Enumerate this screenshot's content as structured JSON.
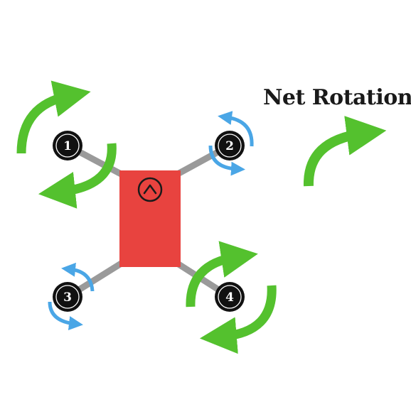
{
  "title": "Net Rotation",
  "colors": {
    "body": "#e8433f",
    "arm": "#9a9a9a",
    "motor": "#111111",
    "green_arrow": "#54c12e",
    "blue_arrow": "#4aa6e6",
    "logo_ring": "#b72a27"
  },
  "motors": [
    {
      "label": "1",
      "arrow": "green-large"
    },
    {
      "label": "2",
      "arrow": "blue-small"
    },
    {
      "label": "3",
      "arrow": "blue-small"
    },
    {
      "label": "4",
      "arrow": "green-large"
    }
  ],
  "logo_icon": "chevron-up-icon"
}
